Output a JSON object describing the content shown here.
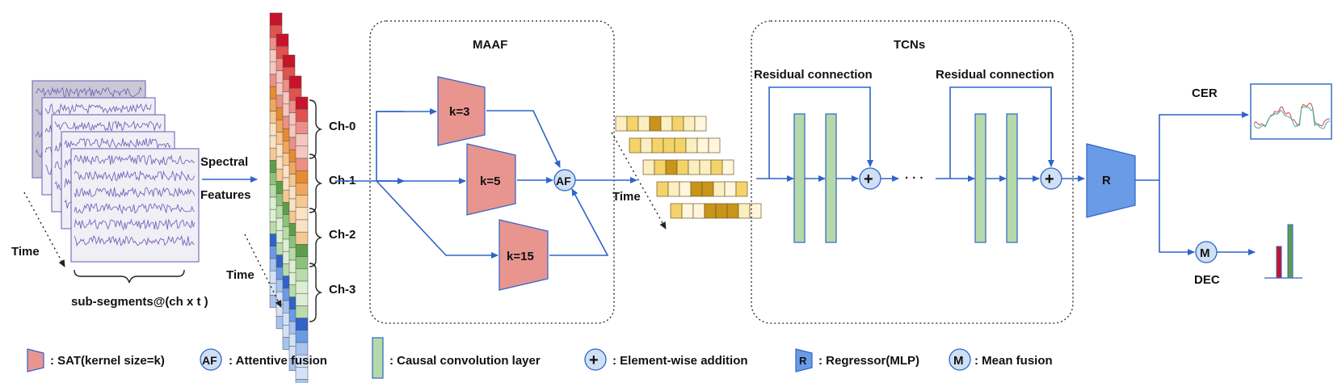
{
  "left": {
    "time": "Time",
    "subsegments": "sub-segments@(ch x t )",
    "spectral": "Spectral",
    "features": "Features",
    "time2": "Time"
  },
  "channels": [
    "Ch-0",
    "Ch-1",
    "Ch-2",
    "Ch-3"
  ],
  "maaf": {
    "title": "MAAF",
    "k3": "k=3",
    "k5": "k=5",
    "k15": "k=15",
    "af": "AF"
  },
  "mid": {
    "time": "Time"
  },
  "tcn": {
    "title": "TCNs",
    "res1": "Residual connection",
    "res2": "Residual connection",
    "ellipsis": "· · ·"
  },
  "out": {
    "r": "R",
    "cer": "CER",
    "m": "M",
    "dec": "DEC"
  },
  "legend": {
    "sat": ": SAT(kernel size=k)",
    "af_icon": "AF",
    "af": ": Attentive fusion",
    "causal": ": Causal convolution layer",
    "add": ": Element-wise addition",
    "r_icon": "R",
    "reg": ": Regressor(MLP)",
    "m_icon": "M",
    "mean": ": Mean fusion"
  },
  "colors": {
    "arrow": "#2f63c9",
    "trapezoid": "#e8958f",
    "causal": "#b5d9a8",
    "circle": "#cfe0f5",
    "regressor": "#6a9be6",
    "wave": "#7b63b8",
    "red_ch": [
      "#c8142a",
      "#e0534e",
      "#ec8f86",
      "#f6c6c0"
    ],
    "orange_ch": [
      "#e88a2e",
      "#f0a85c",
      "#f6c892",
      "#fbe2c4"
    ],
    "green_ch": [
      "#5e9e4a",
      "#8cc37a",
      "#b8dcaa",
      "#dcefd3"
    ],
    "blue_ch": [
      "#2f63c9",
      "#6a9be6",
      "#a7c3ef",
      "#d4e2f8"
    ],
    "yellow": [
      "#f5d36b",
      "#fbeec0",
      "#c9941a",
      "#fff6dc"
    ]
  }
}
